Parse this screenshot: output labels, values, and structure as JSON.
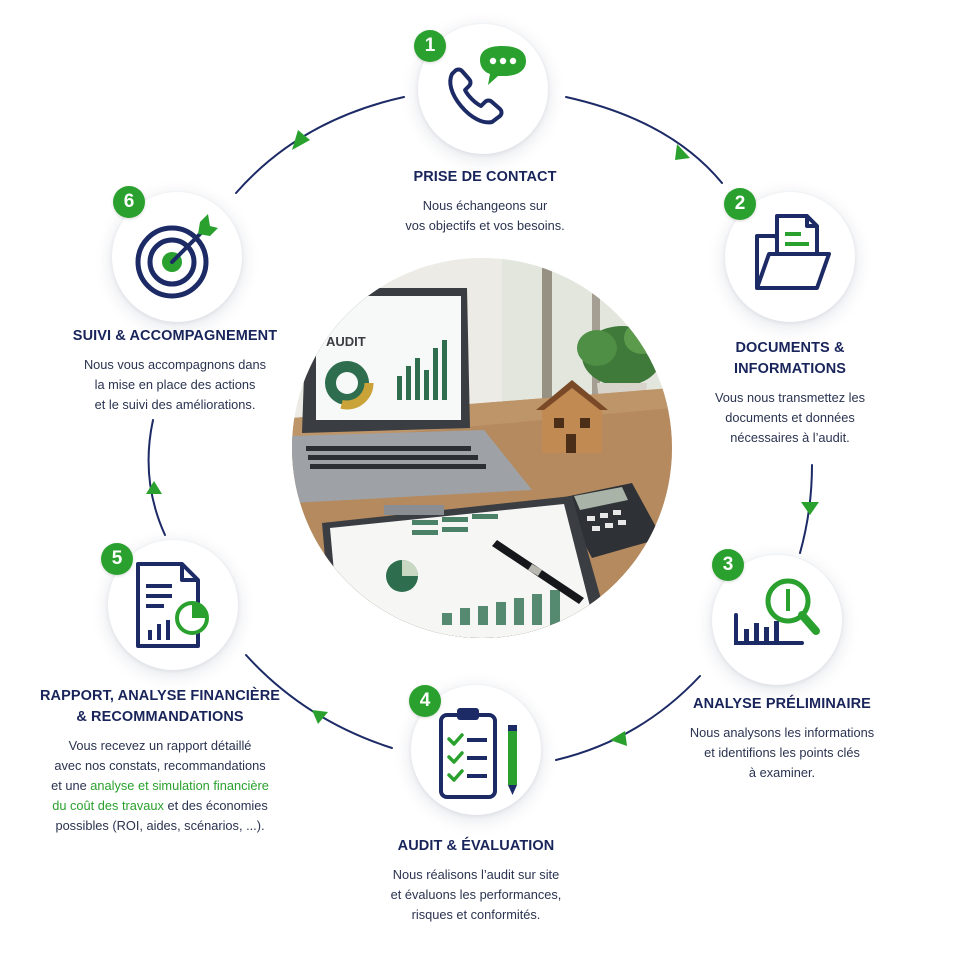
{
  "colors": {
    "navy": "#1c2a66",
    "green": "#2aa12e",
    "text": "#2a3350"
  },
  "steps": [
    {
      "number": "1",
      "icon": "phone-chat-icon",
      "title": "PRISE DE CONTACT",
      "desc_lines": [
        "Nous échangeons sur",
        "vos objectifs et vos besoins."
      ]
    },
    {
      "number": "2",
      "icon": "folder-document-icon",
      "title_lines": [
        "DOCUMENTS &",
        "INFORMATIONS"
      ],
      "desc_lines": [
        "Vous nous transmettez les",
        "documents et données",
        "nécessaires à l’audit."
      ]
    },
    {
      "number": "3",
      "icon": "magnifier-chart-icon",
      "title": "ANALYSE PRÉLIMINAIRE",
      "desc_lines": [
        "Nous analysons les informations",
        "et identifions les points clés",
        "à examiner."
      ]
    },
    {
      "number": "4",
      "icon": "clipboard-checklist-icon",
      "title": "AUDIT & ÉVALUATION",
      "desc_lines": [
        "Nous réalisons l’audit sur site",
        "et évaluons les performances,",
        "risques et conformités."
      ]
    },
    {
      "number": "5",
      "icon": "report-chart-icon",
      "title_lines": [
        "RAPPORT, ANALYSE FINANCIÈRE",
        "& RECOMMANDATIONS"
      ],
      "desc_line1": "Vous recevez un rapport détaillé",
      "desc_line2": "avec nos constats, recommandations",
      "desc_line3_plain": "et une ",
      "desc_line3_green": "analyse et simulation financière",
      "desc_line4_green": "du coût des travaux",
      "desc_line4_plain": " et des économies",
      "desc_line5": "possibles (ROI, aides, scénarios, ...)."
    },
    {
      "number": "6",
      "icon": "target-arrow-icon",
      "title": "SUIVI & ACCOMPAGNEMENT",
      "desc_lines": [
        "Nous vous accompagnons dans",
        "la mise en place des actions",
        "et le suivi des améliorations."
      ]
    }
  ],
  "photo": {
    "laptop_label": "AUDIT"
  }
}
